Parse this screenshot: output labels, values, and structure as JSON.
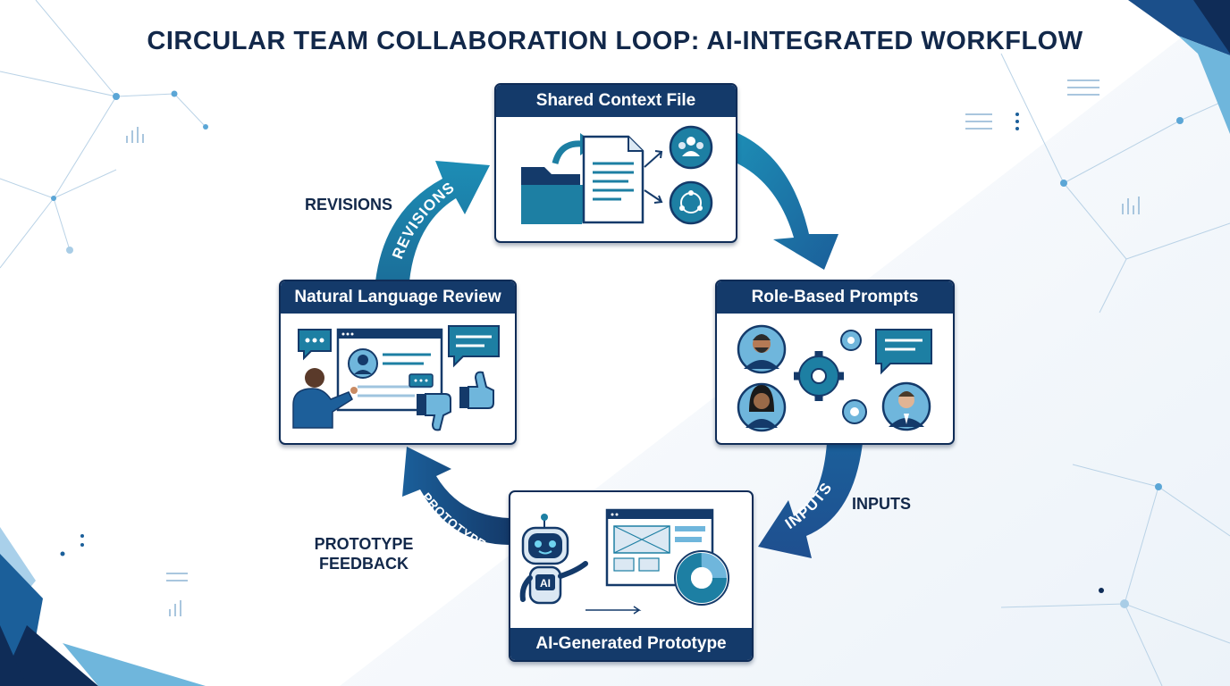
{
  "title": "CIRCULAR TEAM COLLABORATION LOOP: AI-INTEGRATED WORKFLOW",
  "nodes": {
    "shared_context": "Shared Context File",
    "role_prompts": "Role-Based Prompts",
    "ai_prototype": "AI-Generated Prototype",
    "nl_review": "Natural Language Review"
  },
  "edges": {
    "inputs": "INPUTS",
    "prototype_feedback_line1": "PROTOTYPE",
    "prototype_feedback_line2": "FEEDBACK",
    "revisions": "REVISIONS"
  },
  "arrow_labels": {
    "inputs": "INPUTS",
    "prototype": "PROTOTYPE",
    "feedback": "FEEDBACK",
    "revisions": "REVISIONS"
  },
  "robot_badge": "AI",
  "icons": [
    "folder-icon",
    "document-icon",
    "team-icon",
    "cycle-icon",
    "avatar-icon",
    "gear-icon",
    "chat-bubble-icon",
    "robot-icon",
    "wireframe-icon",
    "donut-chart-icon",
    "thumbs-up-icon",
    "thumbs-down-icon"
  ],
  "colors": {
    "navy": "#143a6a",
    "teal": "#1d7fa3",
    "blue": "#1f5a99",
    "light_blue": "#6fb6dc"
  }
}
